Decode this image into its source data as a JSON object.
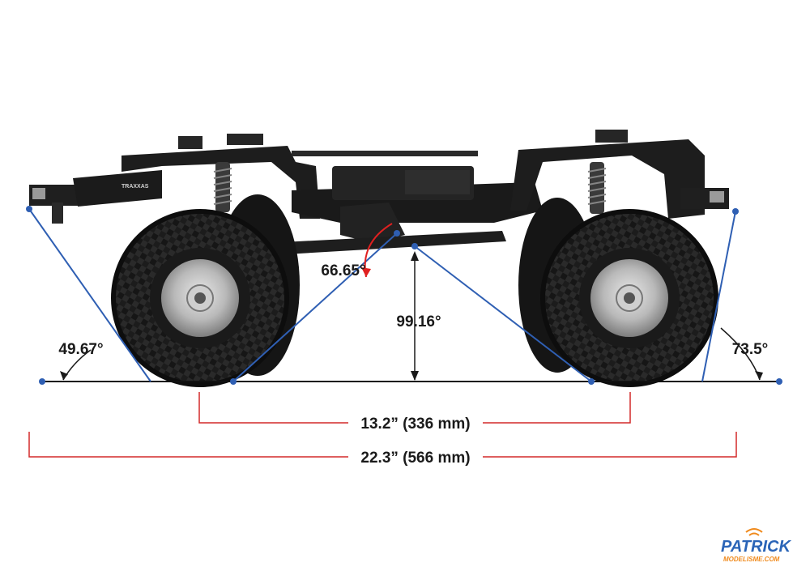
{
  "diagram": {
    "angles": {
      "approach_left": "49.67°",
      "departure_right": "73.5°",
      "breakover_vertex": "66.65°",
      "breakover_height": "99.16°"
    },
    "dimensions": {
      "wheelbase": "13.2” (336 mm)",
      "overall_length": "22.3” (566 mm)"
    },
    "chassis_marking": "TRAXXAS"
  },
  "watermark": {
    "brand_top": "PATRICK",
    "brand_bottom": "MODELISME.COM"
  },
  "colors": {
    "angle_lines": "#2f5fb3",
    "dimension_lines": "#d42a2a",
    "vertex_arrow": "#e02020",
    "ground": "#111111",
    "logo_orange": "#f08a1c",
    "logo_blue": "#2a64b7"
  }
}
